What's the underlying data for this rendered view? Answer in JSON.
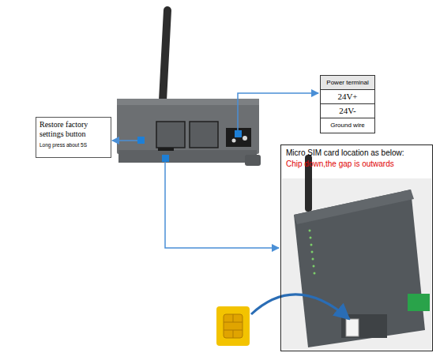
{
  "diagram": {
    "nodes": [
      {
        "text": [
          "Restore factory settings button",
          "Long press about 5S"
        ]
      },
      {
        "text": [
          "Power terminal",
          "24V+",
          "24V-",
          "Ground wire"
        ]
      },
      {
        "text": [
          "Micro SIM card location as below:",
          "Chip down,the gap is outwards"
        ]
      }
    ]
  }
}
